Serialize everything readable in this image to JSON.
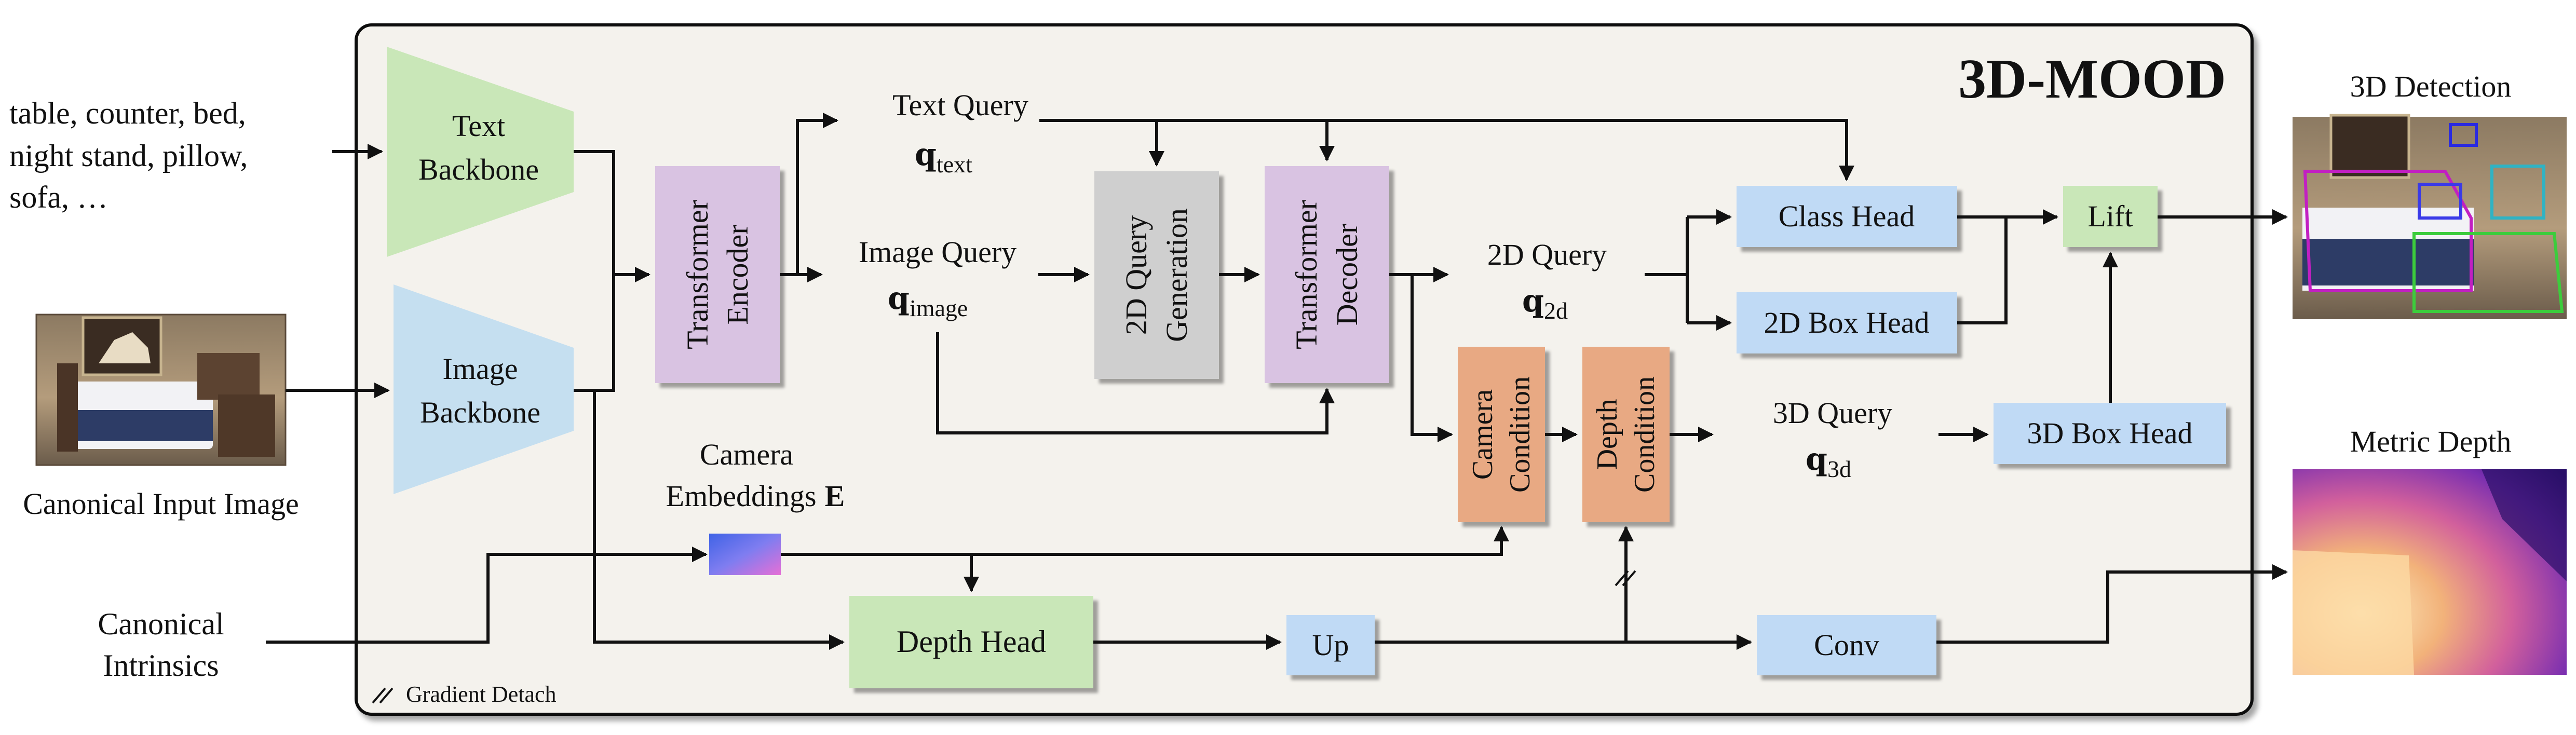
{
  "title": "3D-MOOD",
  "inputs": {
    "text_prompt_lines": [
      "table, counter, bed,",
      "night stand, pillow,",
      "sofa, …"
    ],
    "image_caption": "Canonical Input Image",
    "intrinsics_lines": [
      "Canonical",
      "Intrinsics"
    ]
  },
  "blocks": {
    "text_backbone": [
      "Text",
      "Backbone"
    ],
    "image_backbone": [
      "Image",
      "Backbone"
    ],
    "transformer_encoder": [
      "Transformer",
      "Encoder"
    ],
    "query_generation_2d": [
      "2D Query",
      "Generation"
    ],
    "transformer_decoder": [
      "Transformer",
      "Decoder"
    ],
    "camera_condition": [
      "Camera",
      "Condition"
    ],
    "depth_condition": [
      "Depth",
      "Condition"
    ],
    "class_head": "Class Head",
    "box_head_2d": "2D Box Head",
    "box_head_3d": "3D Box Head",
    "lift": "Lift",
    "depth_head": "Depth Head",
    "up": "Up",
    "conv": "Conv"
  },
  "queries": {
    "text": {
      "label": "Text Query",
      "symbol": "q",
      "sub": "text"
    },
    "image": {
      "label": "Image Query",
      "symbol": "q",
      "sub": "image"
    },
    "q2d": {
      "label": "2D Query",
      "symbol": "q",
      "sub": "2d"
    },
    "q3d": {
      "label": "3D Query",
      "symbol": "q",
      "sub": "3d"
    }
  },
  "camera_embeddings": {
    "line1": "Camera",
    "line2": "Embeddings",
    "symbol": "E"
  },
  "legend": {
    "gradient_detach": "Gradient Detach"
  },
  "outputs": {
    "detection": "3D Detection",
    "depth": "Metric Depth"
  },
  "colors": {
    "panel_bg": "#f4f2ed",
    "green": "#c9e7b8",
    "blue_backbone": "#c5dff0",
    "purple": "#d9c3e2",
    "gray": "#cfcfcf",
    "orange": "#e8a983",
    "blue_head": "#c0daf5"
  }
}
